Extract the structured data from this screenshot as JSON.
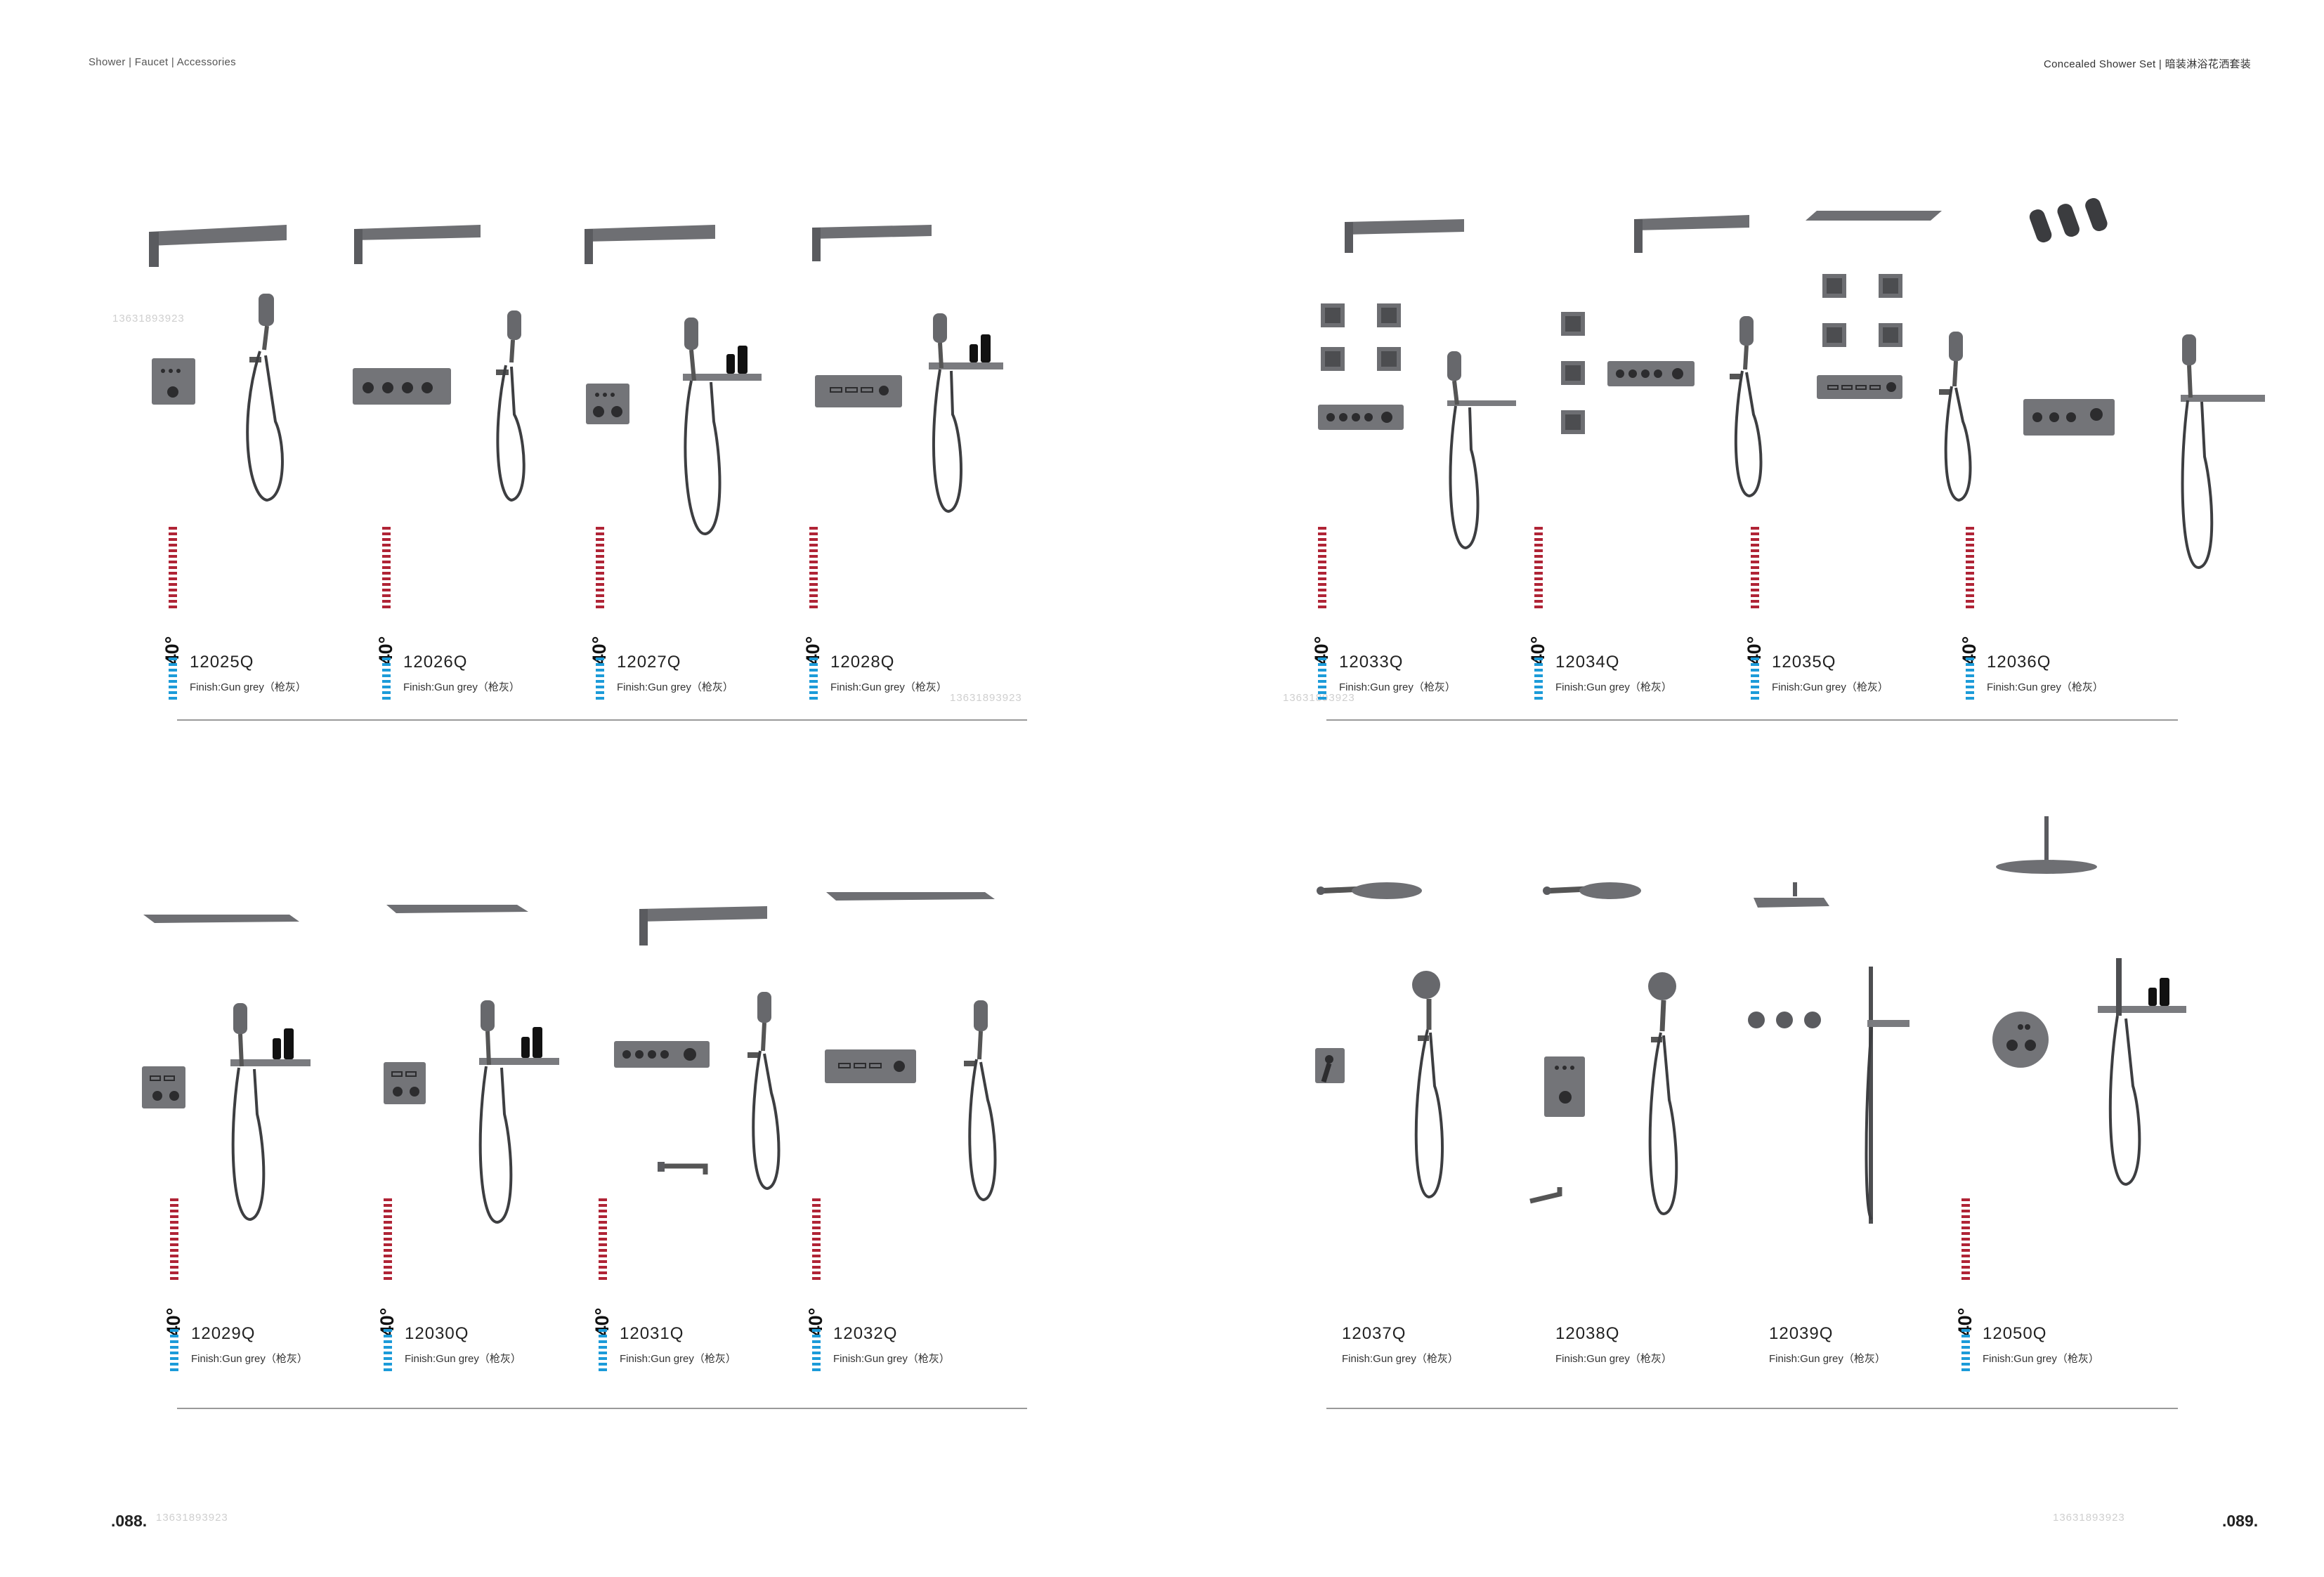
{
  "header": {
    "left_links": "Shower | Faucet | Accessories",
    "right_title": "Concealed Shower Set | 暗装淋浴花洒套装"
  },
  "pages": {
    "left_number": ".088.",
    "right_number": ".089."
  },
  "watermarks": [
    "13631893923",
    "13631893923",
    "13631893923",
    "13631893923",
    "13631893923"
  ],
  "temp_label": "40°",
  "finish_label": "Finish:Gun grey（枪灰）",
  "colors": {
    "red_scale": "#b02436",
    "blue_scale": "#1c9bd9",
    "gun_grey": "#6b6c70",
    "rule": "#9a9a9a"
  },
  "products": [
    {
      "code": "12025Q",
      "head": "waterfall",
      "valve": "square-2",
      "shower": "plain",
      "temp_scale": true
    },
    {
      "code": "12026Q",
      "head": "waterfall",
      "valve": "horizontal-4",
      "shower": "plain",
      "temp_scale": true
    },
    {
      "code": "12027Q",
      "head": "waterfall",
      "valve": "square-2",
      "shower": "shelf",
      "temp_scale": true
    },
    {
      "code": "12028Q",
      "head": "waterfall",
      "valve": "push-3",
      "shower": "shelf",
      "temp_scale": true
    },
    {
      "code": "12033Q",
      "head": "waterfall",
      "valve": "horizontal-5",
      "shower": "shelf",
      "body_jets": 4,
      "temp_scale": true
    },
    {
      "code": "12034Q",
      "head": "waterfall",
      "valve": "horizontal-5",
      "shower": "plain",
      "body_jets": 3,
      "temp_scale": true
    },
    {
      "code": "12035Q",
      "head": "flat-rain",
      "valve": "push-4",
      "shower": "plain",
      "body_jets": 4,
      "temp_scale": true
    },
    {
      "code": "12036Q",
      "head": "triple-side",
      "valve": "horizontal-4",
      "shower": "shelf",
      "temp_scale": true
    },
    {
      "code": "12029Q",
      "head": "flat-rain",
      "valve": "square-2",
      "shower": "shelf",
      "temp_scale": true
    },
    {
      "code": "12030Q",
      "head": "flat-rain",
      "valve": "square-2",
      "shower": "shelf",
      "temp_scale": true
    },
    {
      "code": "12031Q",
      "head": "waterfall",
      "valve": "horizontal-5",
      "shower": "plain",
      "spout": true,
      "temp_scale": true
    },
    {
      "code": "12032Q",
      "head": "flat-rain",
      "valve": "push-3",
      "shower": "plain",
      "temp_scale": true
    },
    {
      "code": "12037Q",
      "head": "round-wall",
      "valve": "box-lever",
      "shower": "round",
      "temp_scale": false
    },
    {
      "code": "12038Q",
      "head": "round-wall",
      "valve": "square-2",
      "shower": "round",
      "spout": true,
      "temp_scale": false
    },
    {
      "code": "12039Q",
      "head": "square-wall",
      "valve": "three-knobs",
      "shower": "rail",
      "temp_scale": false
    },
    {
      "code": "12050Q",
      "head": "ceiling-round",
      "valve": "round-plate",
      "shower": "shelf",
      "temp_scale": true
    }
  ]
}
